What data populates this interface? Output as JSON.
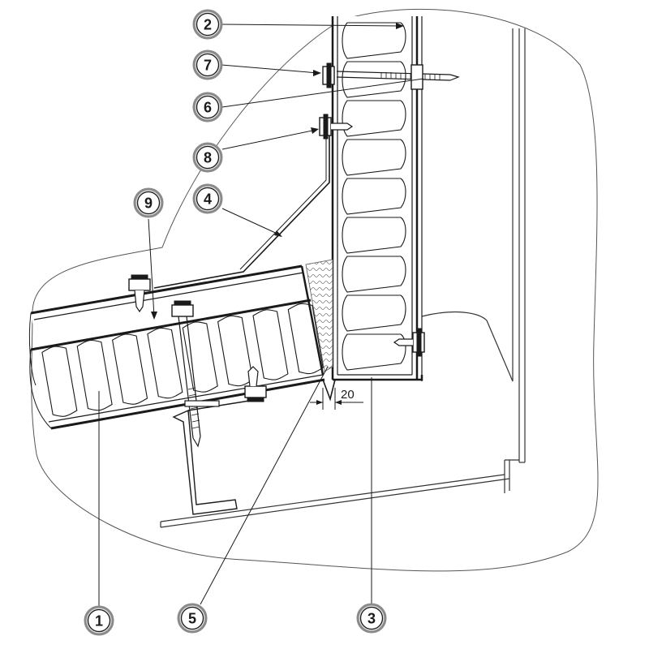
{
  "diagram": {
    "callouts": [
      {
        "id": "2",
        "label": "2"
      },
      {
        "id": "7",
        "label": "7"
      },
      {
        "id": "6",
        "label": "6"
      },
      {
        "id": "8",
        "label": "8"
      },
      {
        "id": "9",
        "label": "9"
      },
      {
        "id": "4",
        "label": "4"
      },
      {
        "id": "1",
        "label": "1"
      },
      {
        "id": "5",
        "label": "5"
      },
      {
        "id": "3",
        "label": "3"
      }
    ],
    "dimension": {
      "value": "20"
    },
    "colors": {
      "line": "#1a1a1a",
      "callout_ring": "#8a8a8a",
      "callout_fill": "#dcdcdc",
      "fill": "#ffffff",
      "seal": "#efefef"
    }
  }
}
